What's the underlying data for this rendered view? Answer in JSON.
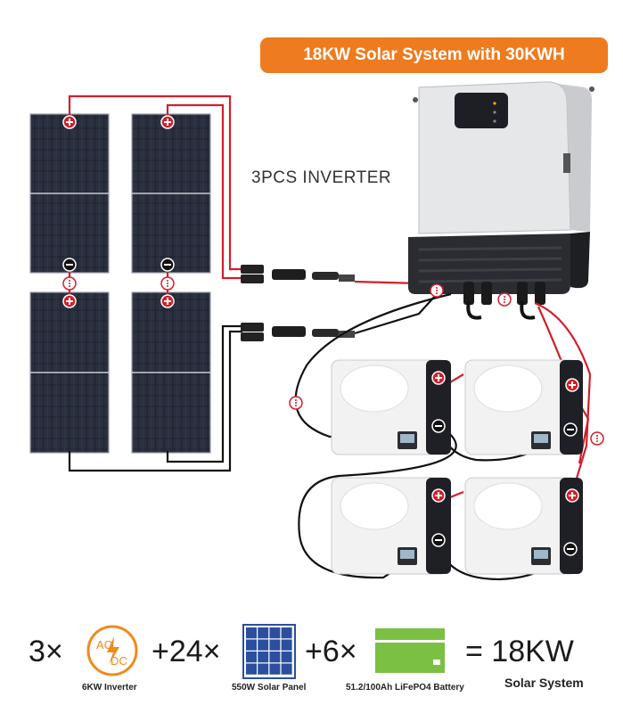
{
  "title": "18KW Solar System with 30KWH",
  "inverter_label": "3PCS INVERTER",
  "legend": {
    "inverter_count": "3×",
    "inverter_icon_top": "AC",
    "inverter_icon_bottom": "DC",
    "inverter_caption": "6KW Inverter",
    "panel_count": "+24×",
    "panel_caption": "550W Solar Panel",
    "battery_count": "+6×",
    "battery_caption": "51.2/100Ah LiFePO4 Battery",
    "result": "= 18KW",
    "result_caption": "Solar System"
  },
  "colors": {
    "banner": "#ee7b1f",
    "positive_wire": "#d21f2b",
    "negative_wire": "#111111",
    "panel": "#1b1f2a",
    "battery_green": "#7bc043",
    "inverter_icon": "#f08a1c"
  }
}
